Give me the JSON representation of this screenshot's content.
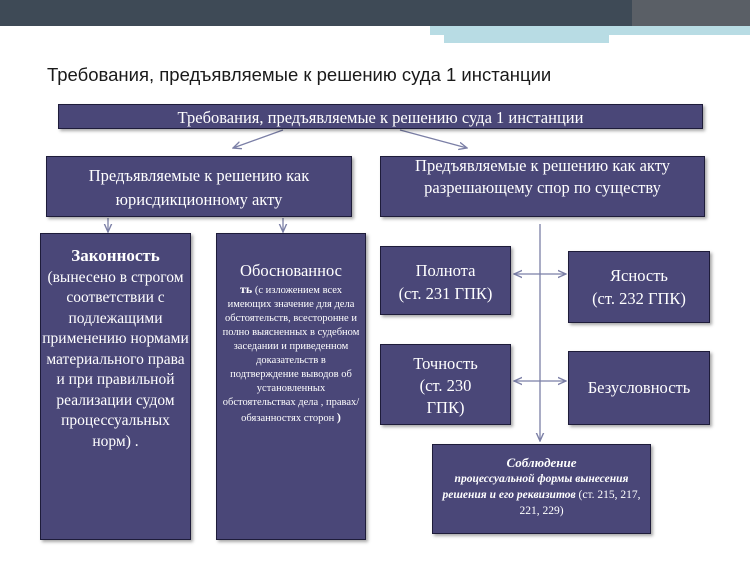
{
  "slide_title": "Требования, предъявляемые к решению суда 1 инстанции",
  "root": {
    "label": "Требования, предъявляемые к решению суда 1 инстанции"
  },
  "left_branch": {
    "label": "Предъявляемые к решению как юрисдикционному акту",
    "legality": {
      "title": "Законность",
      "text": "(вынесено в строгом соответствии с подлежащими применению нормами материального права и при правильной реализации судом процессуальных норм) ."
    },
    "validity": {
      "title_part1": "Обоснованнос",
      "title_part2": "ть",
      "text": "(с изложением всех имеющих значение для дела обстоятельств, всесторонне и полно выясненных в судебном заседании и приведенном доказательств в подтверждение выводов об установленных обстоятельствах дела , правах/обязанностях сторон",
      "closing": ")"
    }
  },
  "right_branch": {
    "label": "Предъявляемые к решению как акту разрешающему спор по существу",
    "completeness": {
      "line1": "Полнота",
      "line2": "(ст. 231 ГПК)"
    },
    "clarity": {
      "line1": "Ясность",
      "line2": "(ст. 232 ГПК)"
    },
    "accuracy": {
      "line1": "Точность",
      "line2": "(ст. 230",
      "line3": "ГПК)"
    },
    "unconditionality": {
      "label": "Безусловность"
    },
    "compliance": {
      "title": "Соблюдение",
      "text": "процессуальной формы вынесения решения и его реквизитов",
      "refs": "(ст. 215, 217, 221, 229)"
    }
  },
  "colors": {
    "box_fill": "#4a4778",
    "box_border": "#1e1c3a",
    "box_text": "#ffffff",
    "arrow": "#7b7fa6",
    "header_dark": "#3e4a56",
    "header_stripe": "#b8dce4"
  }
}
